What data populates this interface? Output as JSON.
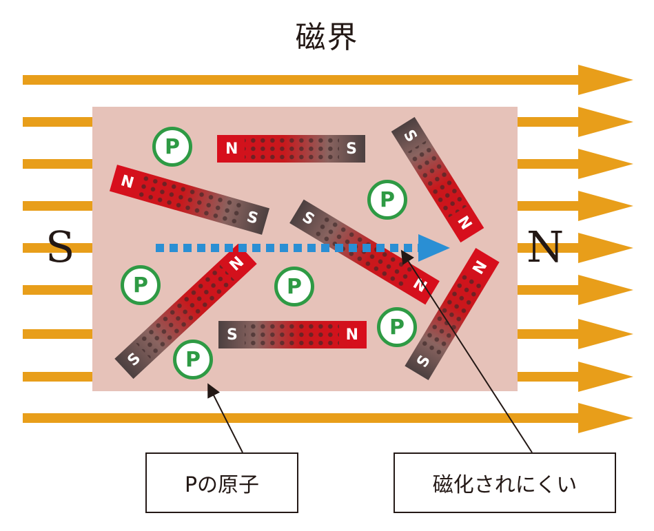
{
  "title": "磁界",
  "poles": {
    "left": "S",
    "right": "N"
  },
  "atom_symbol": "P",
  "domain_labels": {
    "north": "N",
    "south": "S"
  },
  "labels": {
    "p_atom": "Pの原子",
    "hard_to_magnetize": "磁化されにくい"
  },
  "colors": {
    "field_arrow": "#e89e1a",
    "material": "#e6c2b9",
    "atom": "#2e9a44",
    "domain_red": "#d80e1c",
    "domain_dark": "#4c4040",
    "magnetization_arrow": "#2a8fd4"
  }
}
